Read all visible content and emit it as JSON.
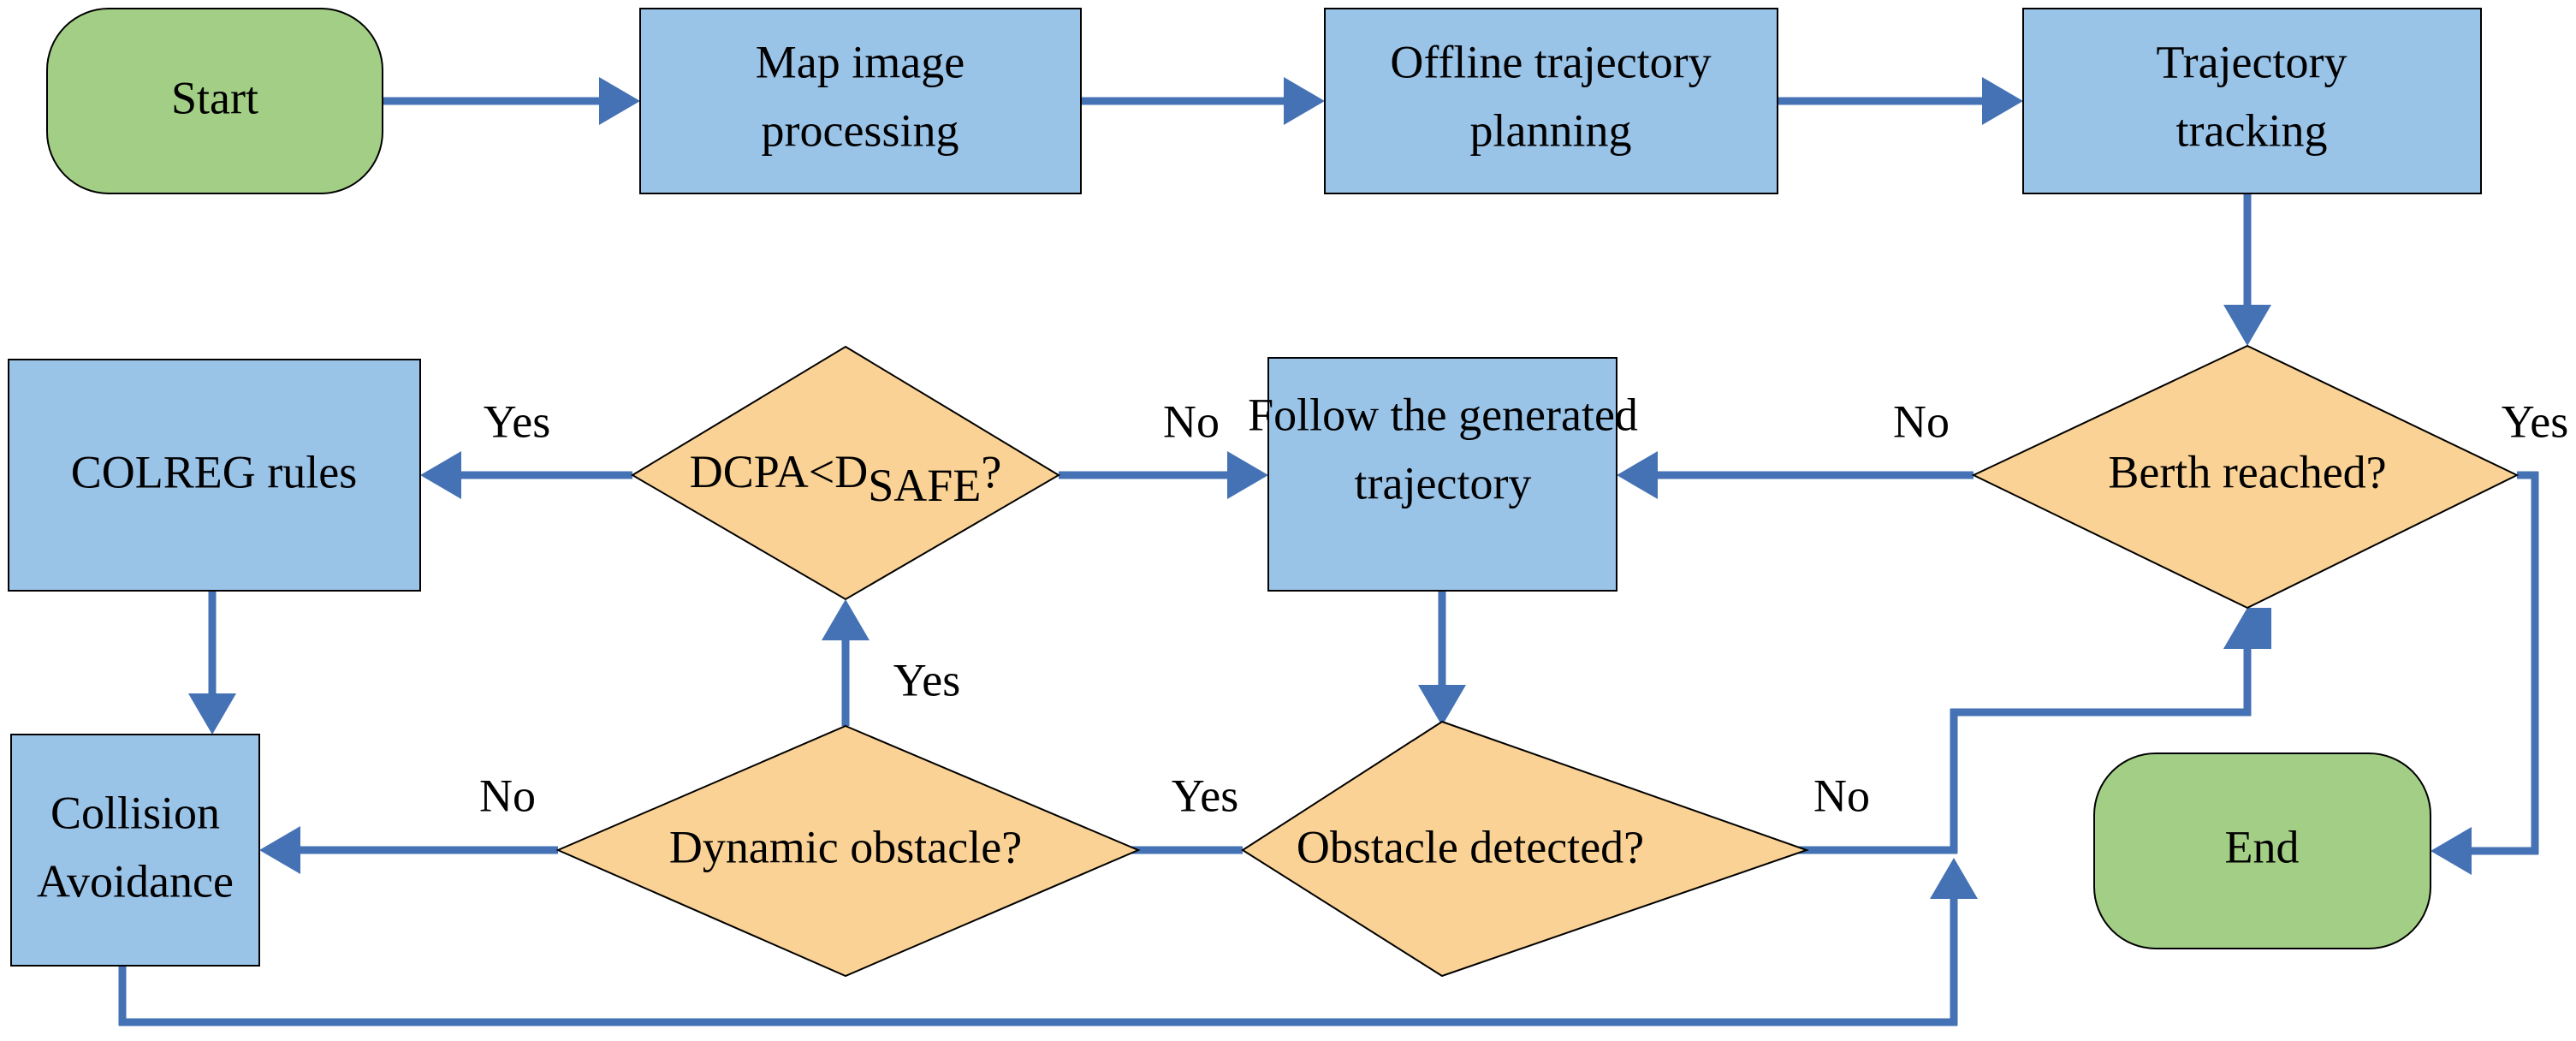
{
  "diagram": {
    "title": "Autonomous berthing control flowchart",
    "colors": {
      "process_fill": "#9AC3E8",
      "decision_fill": "#FAD295",
      "terminator_fill": "#A3CE85",
      "edge": "#4472B4",
      "border": "#000000",
      "background": "#FFFFFF"
    }
  },
  "nodes": {
    "start": {
      "label": "Start",
      "type": "terminator"
    },
    "map_image_processing": {
      "line1": "Map image",
      "line2": "processing",
      "type": "process"
    },
    "offline_trajectory_planning": {
      "line1": "Offline trajectory",
      "line2": "planning",
      "type": "process"
    },
    "trajectory_tracking": {
      "line1": "Trajectory",
      "line2": "tracking",
      "type": "process"
    },
    "colreg_rules": {
      "label": "COLREG rules",
      "type": "process"
    },
    "dcpa_check": {
      "main": "DCPA<D",
      "sub": "SAFE",
      "tail": "?",
      "type": "decision"
    },
    "follow_trajectory": {
      "line1": "Follow the generated",
      "line2": "trajectory",
      "type": "process"
    },
    "berth_reached": {
      "label": "Berth reached?",
      "type": "decision"
    },
    "collision_avoidance": {
      "line1": "Collision",
      "line2": "Avoidance",
      "type": "process"
    },
    "dynamic_obstacle": {
      "label": "Dynamic obstacle?",
      "type": "decision"
    },
    "obstacle_detected": {
      "label": "Obstacle detected?",
      "type": "decision"
    },
    "end": {
      "label": "End",
      "type": "terminator"
    }
  },
  "edge_labels": {
    "dcpa_yes": "Yes",
    "dcpa_no": "No",
    "berth_no": "No",
    "berth_yes": "Yes",
    "dynamic_yes": "Yes",
    "dynamic_no": "No",
    "obstacle_yes": "Yes",
    "obstacle_no": "No"
  },
  "chart_data": {
    "type": "diagram",
    "flow": [
      {
        "from": "start",
        "to": "map_image_processing",
        "label": ""
      },
      {
        "from": "map_image_processing",
        "to": "offline_trajectory_planning",
        "label": ""
      },
      {
        "from": "offline_trajectory_planning",
        "to": "trajectory_tracking",
        "label": ""
      },
      {
        "from": "trajectory_tracking",
        "to": "berth_reached",
        "label": ""
      },
      {
        "from": "berth_reached",
        "to": "follow_trajectory",
        "label": "No"
      },
      {
        "from": "berth_reached",
        "to": "end",
        "label": "Yes"
      },
      {
        "from": "follow_trajectory",
        "to": "obstacle_detected",
        "label": ""
      },
      {
        "from": "obstacle_detected",
        "to": "dynamic_obstacle",
        "label": "Yes"
      },
      {
        "from": "obstacle_detected",
        "to": "berth_reached",
        "label": "No"
      },
      {
        "from": "dynamic_obstacle",
        "to": "dcpa_check",
        "label": "Yes"
      },
      {
        "from": "dynamic_obstacle",
        "to": "collision_avoidance",
        "label": "No"
      },
      {
        "from": "dcpa_check",
        "to": "colreg_rules",
        "label": "Yes"
      },
      {
        "from": "dcpa_check",
        "to": "follow_trajectory",
        "label": "No"
      },
      {
        "from": "colreg_rules",
        "to": "collision_avoidance",
        "label": ""
      },
      {
        "from": "collision_avoidance",
        "to": "berth_reached",
        "label": ""
      }
    ]
  }
}
